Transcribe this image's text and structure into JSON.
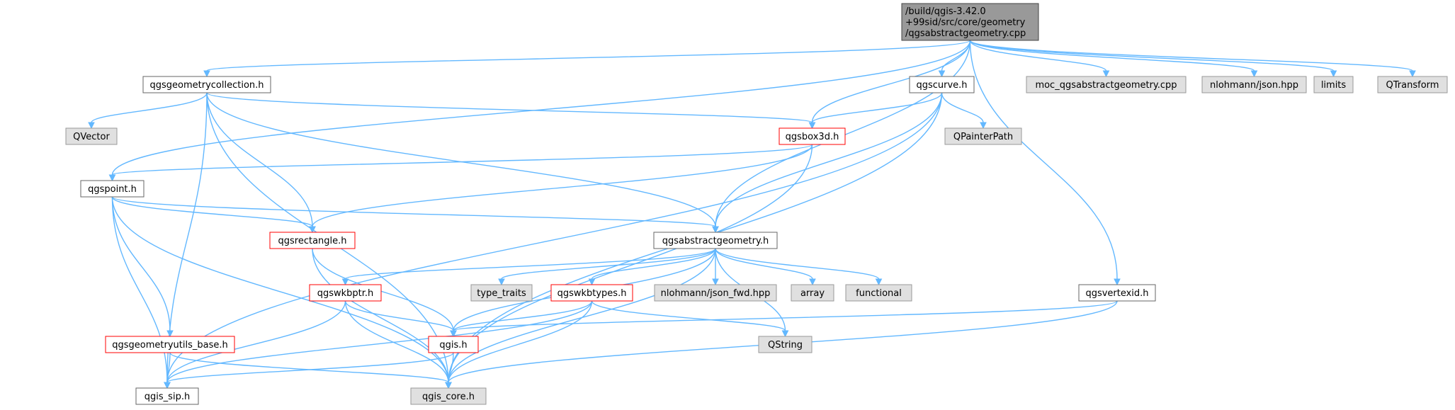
{
  "colors": {
    "edge": "#63b8ff",
    "root_fill": "#999999",
    "normal_fill": "#ffffff",
    "normal_stroke": "#666666",
    "red_stroke": "#ff0000",
    "gray_fill": "#e0e0e0",
    "gray_stroke": "#999999"
  },
  "nodes": {
    "root": {
      "lines": [
        "/build/qgis-3.42.0",
        "+99sid/src/core/geometry",
        "/qgsabstractgeometry.cpp"
      ],
      "style": "root"
    },
    "geomcoll": {
      "lines": [
        "qgsgeometrycollection.h"
      ],
      "style": "normal"
    },
    "curve": {
      "lines": [
        "qgscurve.h"
      ],
      "style": "normal"
    },
    "moc": {
      "lines": [
        "moc_qgsabstractgeometry.cpp"
      ],
      "style": "gray"
    },
    "nlohmann": {
      "lines": [
        "nlohmann/json.hpp"
      ],
      "style": "gray"
    },
    "limits": {
      "lines": [
        "limits"
      ],
      "style": "gray"
    },
    "qtransform": {
      "lines": [
        "QTransform"
      ],
      "style": "gray"
    },
    "qvector": {
      "lines": [
        "QVector"
      ],
      "style": "gray"
    },
    "box3d": {
      "lines": [
        "qgsbox3d.h"
      ],
      "style": "red"
    },
    "qpainterpath": {
      "lines": [
        "QPainterPath"
      ],
      "style": "gray"
    },
    "point": {
      "lines": [
        "qgspoint.h"
      ],
      "style": "normal"
    },
    "rectangle": {
      "lines": [
        "qgsrectangle.h"
      ],
      "style": "red"
    },
    "absgeom": {
      "lines": [
        "qgsabstractgeometry.h"
      ],
      "style": "normal"
    },
    "wkbptr": {
      "lines": [
        "qgswkbptr.h"
      ],
      "style": "red"
    },
    "typetraits": {
      "lines": [
        "type_traits"
      ],
      "style": "gray"
    },
    "wkbtypes": {
      "lines": [
        "qgswkbtypes.h"
      ],
      "style": "red"
    },
    "jsonfwd": {
      "lines": [
        "nlohmann/json_fwd.hpp"
      ],
      "style": "gray"
    },
    "array": {
      "lines": [
        "array"
      ],
      "style": "gray"
    },
    "functional": {
      "lines": [
        "functional"
      ],
      "style": "gray"
    },
    "vertexid": {
      "lines": [
        "qgsvertexid.h"
      ],
      "style": "normal"
    },
    "utilsbase": {
      "lines": [
        "qgsgeometryutils_base.h"
      ],
      "style": "red"
    },
    "qgis": {
      "lines": [
        "qgis.h"
      ],
      "style": "red"
    },
    "qstring": {
      "lines": [
        "QString"
      ],
      "style": "gray"
    },
    "sip": {
      "lines": [
        "qgis_sip.h"
      ],
      "style": "normal"
    },
    "core": {
      "lines": [
        "qgis_core.h"
      ],
      "style": "gray"
    }
  },
  "edges": [
    [
      "root",
      "geomcoll"
    ],
    [
      "root",
      "curve"
    ],
    [
      "root",
      "moc"
    ],
    [
      "root",
      "nlohmann"
    ],
    [
      "root",
      "limits"
    ],
    [
      "root",
      "qtransform"
    ],
    [
      "root",
      "point"
    ],
    [
      "root",
      "box3d"
    ],
    [
      "root",
      "absgeom"
    ],
    [
      "root",
      "vertexid"
    ],
    [
      "geomcoll",
      "qvector"
    ],
    [
      "geomcoll",
      "box3d"
    ],
    [
      "geomcoll",
      "rectangle"
    ],
    [
      "geomcoll",
      "absgeom"
    ],
    [
      "geomcoll",
      "sip"
    ],
    [
      "geomcoll",
      "core"
    ],
    [
      "curve",
      "box3d"
    ],
    [
      "curve",
      "qpainterpath"
    ],
    [
      "curve",
      "absgeom"
    ],
    [
      "curve",
      "sip"
    ],
    [
      "curve",
      "core"
    ],
    [
      "box3d",
      "point"
    ],
    [
      "box3d",
      "rectangle"
    ],
    [
      "box3d",
      "core"
    ],
    [
      "point",
      "rectangle"
    ],
    [
      "point",
      "absgeom"
    ],
    [
      "point",
      "utilsbase"
    ],
    [
      "point",
      "sip"
    ],
    [
      "point",
      "core"
    ],
    [
      "rectangle",
      "qgis"
    ],
    [
      "rectangle",
      "core"
    ],
    [
      "absgeom",
      "wkbptr"
    ],
    [
      "absgeom",
      "typetraits"
    ],
    [
      "absgeom",
      "wkbtypes"
    ],
    [
      "absgeom",
      "jsonfwd"
    ],
    [
      "absgeom",
      "array"
    ],
    [
      "absgeom",
      "functional"
    ],
    [
      "absgeom",
      "qgis"
    ],
    [
      "absgeom",
      "qstring"
    ],
    [
      "absgeom",
      "core"
    ],
    [
      "wkbptr",
      "qgis"
    ],
    [
      "wkbptr",
      "sip"
    ],
    [
      "wkbptr",
      "core"
    ],
    [
      "wkbtypes",
      "qgis"
    ],
    [
      "wkbtypes",
      "qstring"
    ],
    [
      "wkbtypes",
      "sip"
    ],
    [
      "wkbtypes",
      "core"
    ],
    [
      "utilsbase",
      "sip"
    ],
    [
      "utilsbase",
      "core"
    ],
    [
      "qgis",
      "sip"
    ],
    [
      "qgis",
      "core"
    ],
    [
      "vertexid",
      "qgis"
    ],
    [
      "vertexid",
      "core"
    ]
  ]
}
